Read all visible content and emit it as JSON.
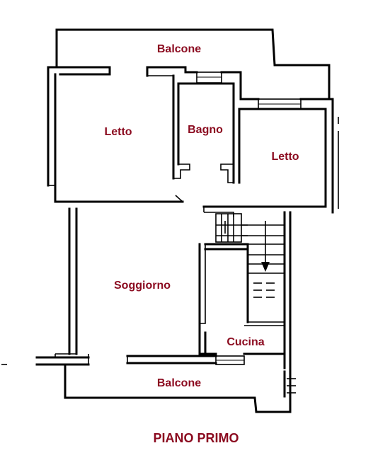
{
  "colors": {
    "label": "#8b0a1f",
    "line": "#000000",
    "background": "#ffffff"
  },
  "rooms": {
    "balcone_top": "Balcone",
    "letto_left": "Letto",
    "bagno": "Bagno",
    "letto_right": "Letto",
    "soggiorno": "Soggiorno",
    "cucina": "Cucina",
    "balcone_bottom": "Balcone"
  },
  "title": "PIANO PRIMO",
  "icons": {
    "stairs": "stairs-icon",
    "stair_arrow": "arrow-down-icon"
  }
}
